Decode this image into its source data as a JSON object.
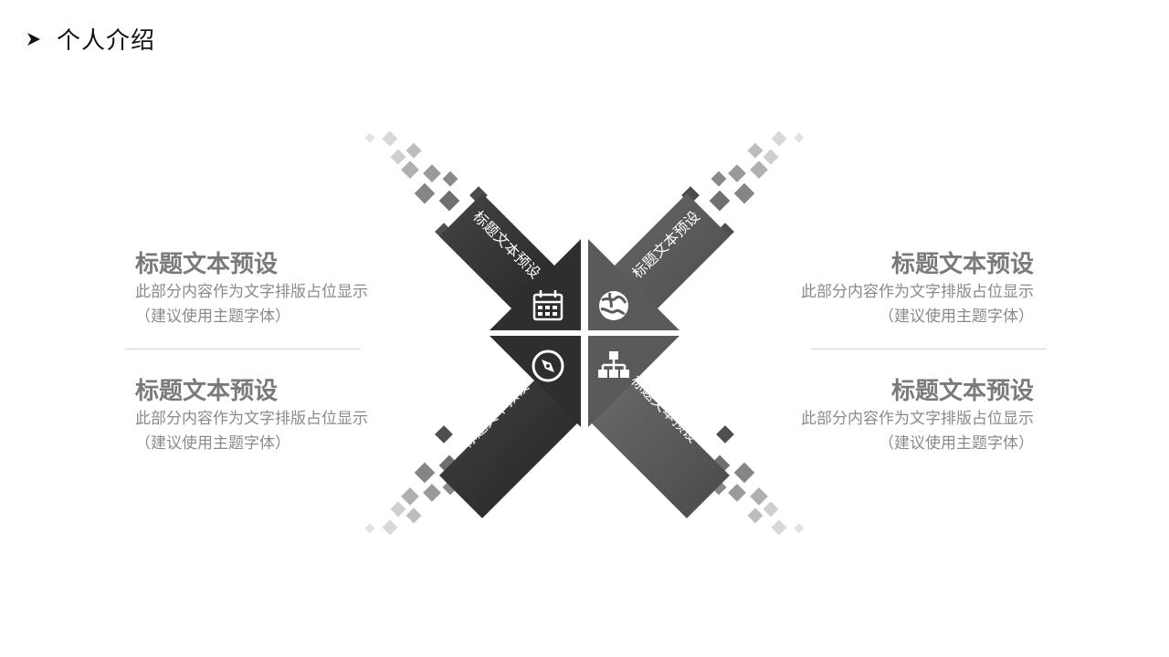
{
  "header": {
    "title": "个人介绍",
    "bullet_icon": "arrowhead-right-icon"
  },
  "blocks": [
    {
      "heading": "标题文本预设",
      "line1": "此部分内容作为文字排版占位显示",
      "line2": "（建议使用主题字体）"
    },
    {
      "heading": "标题文本预设",
      "line1": "此部分内容作为文字排版占位显示",
      "line2": "（建议使用主题字体）"
    },
    {
      "heading": "标题文本预设",
      "line1": "此部分内容作为文字排版占位显示",
      "line2": "（建议使用主题字体）"
    },
    {
      "heading": "标题文本预设",
      "line1": "此部分内容作为文字排版占位显示",
      "line2": "（建议使用主题字体）"
    }
  ],
  "arrows": [
    {
      "label": "标题文本预设",
      "icon": "calendar-icon",
      "color": "#2e2e2e"
    },
    {
      "label": "标题文本预设",
      "icon": "globe-icon",
      "color": "#5a5a5a"
    },
    {
      "label": "标题文本预设",
      "icon": "compass-icon",
      "color": "#2e2e2e"
    },
    {
      "label": "标题文本预设",
      "icon": "org-chart-icon",
      "color": "#5a5a5a"
    }
  ]
}
